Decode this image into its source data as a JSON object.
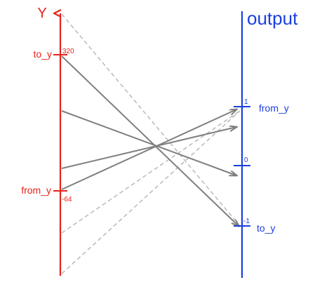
{
  "left_axis": {
    "title": "Y",
    "color": "#e8231b",
    "upper_tick": {
      "name": "to_y",
      "value": "320"
    },
    "lower_tick": {
      "name": "from_y",
      "value": "-64"
    }
  },
  "right_axis": {
    "title": "output",
    "color": "#1a3fe0",
    "ticks": [
      {
        "value": "1",
        "name": "from_y"
      },
      {
        "value": "0",
        "name": ""
      },
      {
        "value": "-1",
        "name": "to_y"
      }
    ]
  },
  "colors": {
    "solid_line": "#7f7f7f",
    "dashed_line": "#bdbdbd"
  }
}
